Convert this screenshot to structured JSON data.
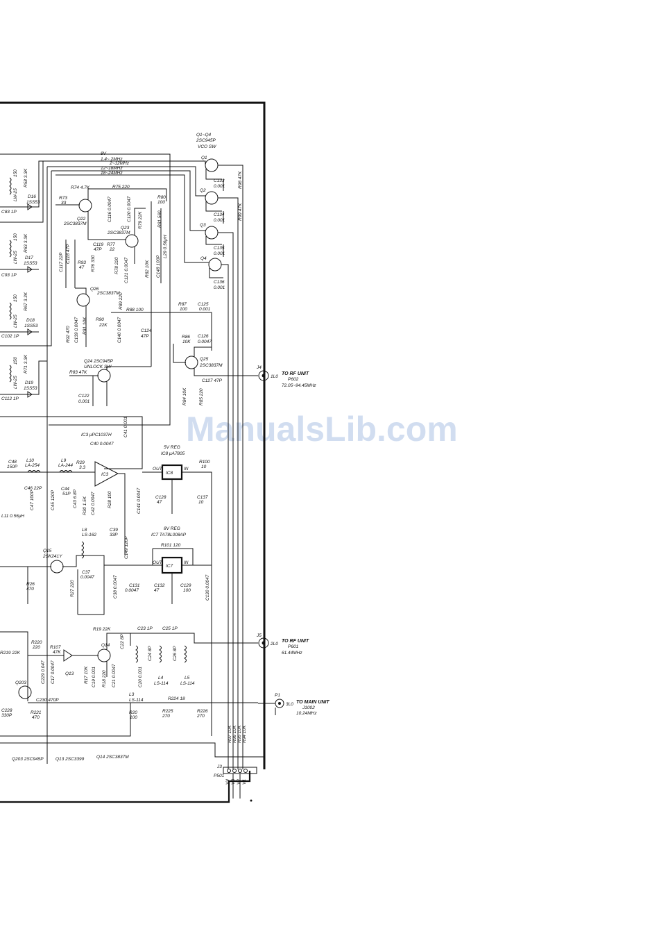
{
  "watermark": "ManualsLib.com",
  "labels": {
    "q1_q4": "Q1~Q4",
    "q1_q4_type": "2SC945P",
    "vco_sw": "VCO SW",
    "q1": "Q1",
    "q2": "Q2",
    "q3": "Q3",
    "q4": "Q4",
    "c133": "C133",
    "c133v": "0.001",
    "c134": "C134",
    "c134v": "0.001",
    "c135": "C135",
    "c135v": "0.001",
    "c136": "C136",
    "c136v": "0.001",
    "r98": "R98 47K",
    "r99": "R99 47K",
    "v8": "8V",
    "b14": "1.4~ 2MHz",
    "b2": "2~12MHz",
    "b12": "12~18MHz",
    "b18": "18~24MHz",
    "r58": "R58 3.3K",
    "r63": "R63 3.3K",
    "r67": "R67 3.3K",
    "r71": "R71 3.3K",
    "d16": "D16",
    "d16t": "1SS53",
    "d17": "D17",
    "d17t": "1SS53",
    "d18": "D18",
    "d18t": "1SS53",
    "d19": "D19",
    "d19t": "1SS53",
    "c83": "C83 1P",
    "c93": "C93 1P",
    "c102": "C102 1P",
    "c112": "C112 1P",
    "lw25": "LW-25",
    "v150": "150",
    "r74": "R74 4.7K",
    "r73": "R73",
    "r73v": "33",
    "r75": "R75 220",
    "r80": "R80",
    "r80v": "100",
    "r81": "R81 560",
    "r79": "R79 22K",
    "c120": "C120 0.0047",
    "c116": "C116 0.0047",
    "q22": "Q22",
    "q22t": "2SC3837M",
    "q23": "Q23",
    "q23t": "2SC3837M",
    "c119": "C119",
    "c119v": "47P",
    "r77": "R77",
    "r77v": "22",
    "l29": "L29 0.56μH",
    "c117": "C117 22P",
    "c118": "C118 47P",
    "r93": "R93",
    "r93v": "47",
    "r76": "R76 330",
    "r78": "R78 220",
    "c121": "C121 0.0047",
    "r82": "R82 10K",
    "c148": "C148 100P",
    "q26": "Q26",
    "q26t": "2SC3837M",
    "r89": "R89 220",
    "r88": "R88 100",
    "r87": "R87",
    "r87v": "100",
    "c125": "C125",
    "c125v": "0.001",
    "r92": "R92 470",
    "c139": "C139 0.0047",
    "r91": "R91 10K",
    "r90": "R90",
    "r90v": "22K",
    "c140": "C140 0.0047",
    "c124": "C124",
    "c124v": "47P",
    "r86": "R86",
    "r86v": "10K",
    "c126": "C126",
    "c126v": "0.0047",
    "q25": "Q25",
    "q25t": "2SC3837M",
    "q24": "Q24 2SC945P",
    "unlock": "UNLOCK SW",
    "r83": "R83 47K",
    "c122": "C122",
    "c122v": "0.001",
    "r84": "R84 10K",
    "r85": "R85 220",
    "c127": "C127 47P",
    "j4": "J4",
    "to_rf1": "TO RF UNIT",
    "p602": "P602",
    "f1": "72.05~94.45MHz",
    "jv1": "1L0",
    "ic3": "IC3 μPC1037H",
    "c40": "C40 0.0047",
    "c41": "C41 0.001",
    "ic8_title": "5V REG",
    "ic8": "IC8 μA7805",
    "r100": "R100",
    "r100v": "10",
    "ic8_box": "IC8",
    "out": "OUT",
    "in": "IN",
    "c128": "C128",
    "c128v": "47",
    "c137": "C137",
    "c137v": "10",
    "c141": "C141 0.0047",
    "c48": "C48",
    "c48v": "150P",
    "l10": "L10",
    "l10v": "LA-254",
    "l9": "L9",
    "l9v": "LA-244",
    "r29": "R29",
    "r29v": "3.3",
    "c46": "C46 22P",
    "c47": "C47 100P",
    "l11": "L11 0.56μH",
    "c44": "C44",
    "c44v": "51P",
    "c45": "C45 120P",
    "c43": "C43 6.8P",
    "r30": "R30 1.5K",
    "c42": "C42 0.0047",
    "r28": "R28 100",
    "ic3_box": "IC3",
    "ic7_title": "8V REG",
    "ic7": "IC7 TA78L008AP",
    "r101": "R101 120",
    "ic7_box": "IC7",
    "l8": "L8",
    "l8v": "LS-162",
    "c39": "C39",
    "c39v": "33P",
    "c149": "C149 120P",
    "q15": "Q15",
    "q15t": "2SK241Y",
    "c37": "C37",
    "c37v": "0.0047",
    "r27": "R27 220",
    "r26": "R26",
    "r26v": "470",
    "c38": "C38 0.0047",
    "c131": "C131",
    "c131v": "0.0047",
    "c132": "C132",
    "c132v": "47",
    "c129": "C129",
    "c129v": "100",
    "c130": "C130 0.0047",
    "r220": "R220",
    "r220v": "220",
    "r219": "R219 22K",
    "c229": "C229 0.047",
    "r107": "R107",
    "r107v": "47K",
    "c17": "C17 0.0047",
    "q13": "Q13",
    "r19": "R19 22K",
    "q14": "Q14",
    "c22": "C22 8P",
    "c23": "C23 1P",
    "c25": "C25 1P",
    "c24": "C24 8P",
    "c26": "C26 8P",
    "r17": "R17 10K",
    "c19": "C19 0.001",
    "r18": "R18 220",
    "c21": "C21 0.0047",
    "c20": "C20 0.001",
    "l4": "L4",
    "l4v": "LS-114",
    "l5": "L5",
    "l5v": "LS-114",
    "l3": "L3",
    "l3v": "LS-114",
    "j5": "J5",
    "to_rf2": "TO RF UNIT",
    "p601": "P601",
    "f2": "61.44MHz",
    "jv2": "2L0",
    "q203": "Q203",
    "c230": "C230 470P",
    "c228": "C228",
    "c228v": "330P",
    "r221": "R221",
    "r221v": "470",
    "r20": "R20",
    "r20v": "100",
    "r224": "R224 18",
    "r225": "R225",
    "r225v": "270",
    "r226": "R226",
    "r226v": "270",
    "p1": "P1",
    "to_main": "TO MAIN UNIT",
    "j1002": "J1002",
    "f3": "10.24MHz",
    "jv3": "3L0",
    "r97": "R97 10K",
    "r96": "R96 10K",
    "r95": "R95 10K",
    "r94": "R94 10K",
    "legend1": "Q203 2SC945P",
    "legend2": "Q13 2SC3399",
    "legend3": "Q14 2SC3837M",
    "j3": "J3",
    "p501": "P501",
    "v4": "V4",
    "v3": "V3",
    "v2": "V2",
    "v1": "V1"
  }
}
